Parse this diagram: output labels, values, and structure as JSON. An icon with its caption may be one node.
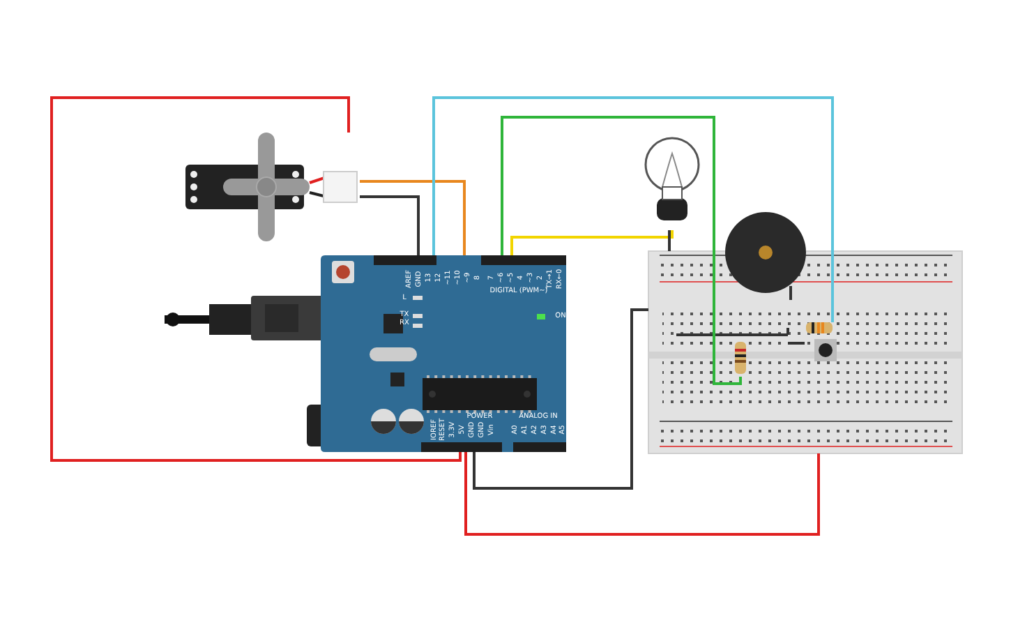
{
  "diagram": {
    "nodes": [
      {
        "text": [],
        "shape": "picture"
      },
      {
        "text": [],
        "shape": "picture"
      },
      {
        "text": [],
        "shape": "picture"
      },
      {
        "text": [],
        "shape": "picture"
      },
      {
        "text": [],
        "shape": "picture"
      },
      {
        "text": [],
        "shape": "picture",
        "in": 4
      },
      {
        "text": [],
        "shape": "picture",
        "in": 4
      },
      {
        "text": [],
        "shape": "picture",
        "in": 4
      }
    ],
    "edges": [
      {
        "from": 0,
        "to": 1,
        "arrow": "none",
        "color": "#e02020"
      },
      {
        "from": 0,
        "to": 1,
        "arrow": "none",
        "color": "#e8871e"
      },
      {
        "from": 0,
        "to": 1,
        "arrow": "none",
        "color": "#333333"
      },
      {
        "from": 1,
        "to": 6,
        "arrow": "none",
        "color": "#5bc4dc"
      },
      {
        "from": 1,
        "to": 5,
        "arrow": "none",
        "color": "#2fb53a"
      },
      {
        "from": 1,
        "to": 2,
        "arrow": "none",
        "color": "#f2d500"
      },
      {
        "from": 1,
        "to": 4,
        "arrow": "none",
        "color": "#333333"
      },
      {
        "from": 1,
        "to": 4,
        "arrow": "none",
        "color": "#e02020"
      },
      {
        "from": 2,
        "to": 4,
        "arrow": "none",
        "color": "#333333"
      }
    ],
    "labels": [
      "AREF",
      "GND",
      "13",
      "12",
      "~11",
      "~10",
      "~9",
      "8",
      "7",
      "~6",
      "~5",
      "4",
      "~3",
      "2",
      "TX→1",
      "RX←0",
      "DIGITAL (PWM~)",
      "L",
      "TX",
      "RX",
      "ON",
      "POWER",
      "IOREF",
      "RESET",
      "3.3V",
      "5V",
      "GND",
      "GND",
      "Vin",
      "ANALOG IN",
      "A0",
      "A1",
      "A2",
      "A3",
      "A4",
      "A5"
    ]
  }
}
